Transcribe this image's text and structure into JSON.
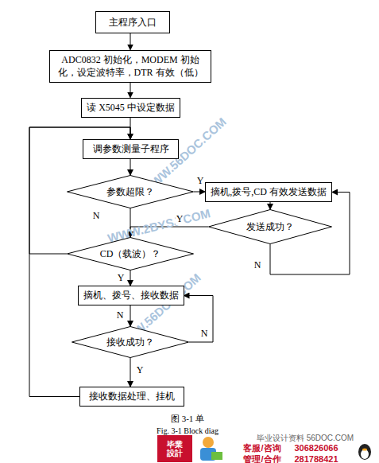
{
  "diagram": {
    "nodes": [
      {
        "text": [
          "主程序入口"
        ]
      },
      {
        "text": [
          "ADC0832 初始化，MODEM 初始化，设定波特率，DTR 有效（低）"
        ]
      },
      {
        "text": [
          "读 X5045 中设定数据"
        ]
      },
      {
        "text": [
          "调参数测量子程序"
        ]
      },
      {
        "text": [
          "参数超限？"
        ]
      },
      {
        "text": [
          "摘机,拨号,CD 有效发送数据"
        ]
      },
      {
        "text": [
          "发送成功？"
        ]
      },
      {
        "text": [
          "CD（载波）？"
        ]
      },
      {
        "text": [
          "摘机、拨号、接收数据"
        ]
      },
      {
        "text": [
          "接收成功？"
        ]
      },
      {
        "text": [
          "接收数据处理、挂机"
        ]
      }
    ],
    "edges": [
      {
        "from": 0,
        "to": 1,
        "arrow": "to"
      },
      {
        "from": 1,
        "to": 2,
        "arrow": "to"
      },
      {
        "from": 2,
        "to": 3,
        "arrow": "to"
      },
      {
        "from": 3,
        "to": 4,
        "arrow": "to"
      },
      {
        "from": 4,
        "to": 5,
        "label": "Y",
        "arrow": "to"
      },
      {
        "from": 4,
        "to": 7,
        "label": "N",
        "arrow": "to"
      },
      {
        "from": 5,
        "to": 6,
        "arrow": "to"
      },
      {
        "from": 6,
        "to": 7,
        "label": "Y",
        "arrow": "to"
      },
      {
        "from": 6,
        "to": 5,
        "label": "N",
        "arrow": "to"
      },
      {
        "from": 7,
        "to": 8,
        "label": "Y",
        "arrow": "to"
      },
      {
        "from": 7,
        "to": 3,
        "arrow": "to"
      },
      {
        "from": 8,
        "to": 9,
        "label": "N",
        "arrow": "to"
      },
      {
        "from": 9,
        "to": 8,
        "label": "N",
        "arrow": "to"
      },
      {
        "from": 9,
        "to": 10,
        "label": "Y",
        "arrow": "to"
      },
      {
        "from": 10,
        "to": 3,
        "arrow": "to"
      }
    ],
    "labels": [
      "WWW.56DOC.COM",
      "WWW.2BYSJ.COM",
      "WWW.56DOC.COM",
      "图 3-1  单",
      "Fig. 3-1 Block diag",
      "毕業設計",
      "毕业设计资料 56DOC.COM",
      "客服/咨询",
      "306826066",
      "管理/合作",
      "281788421"
    ]
  }
}
